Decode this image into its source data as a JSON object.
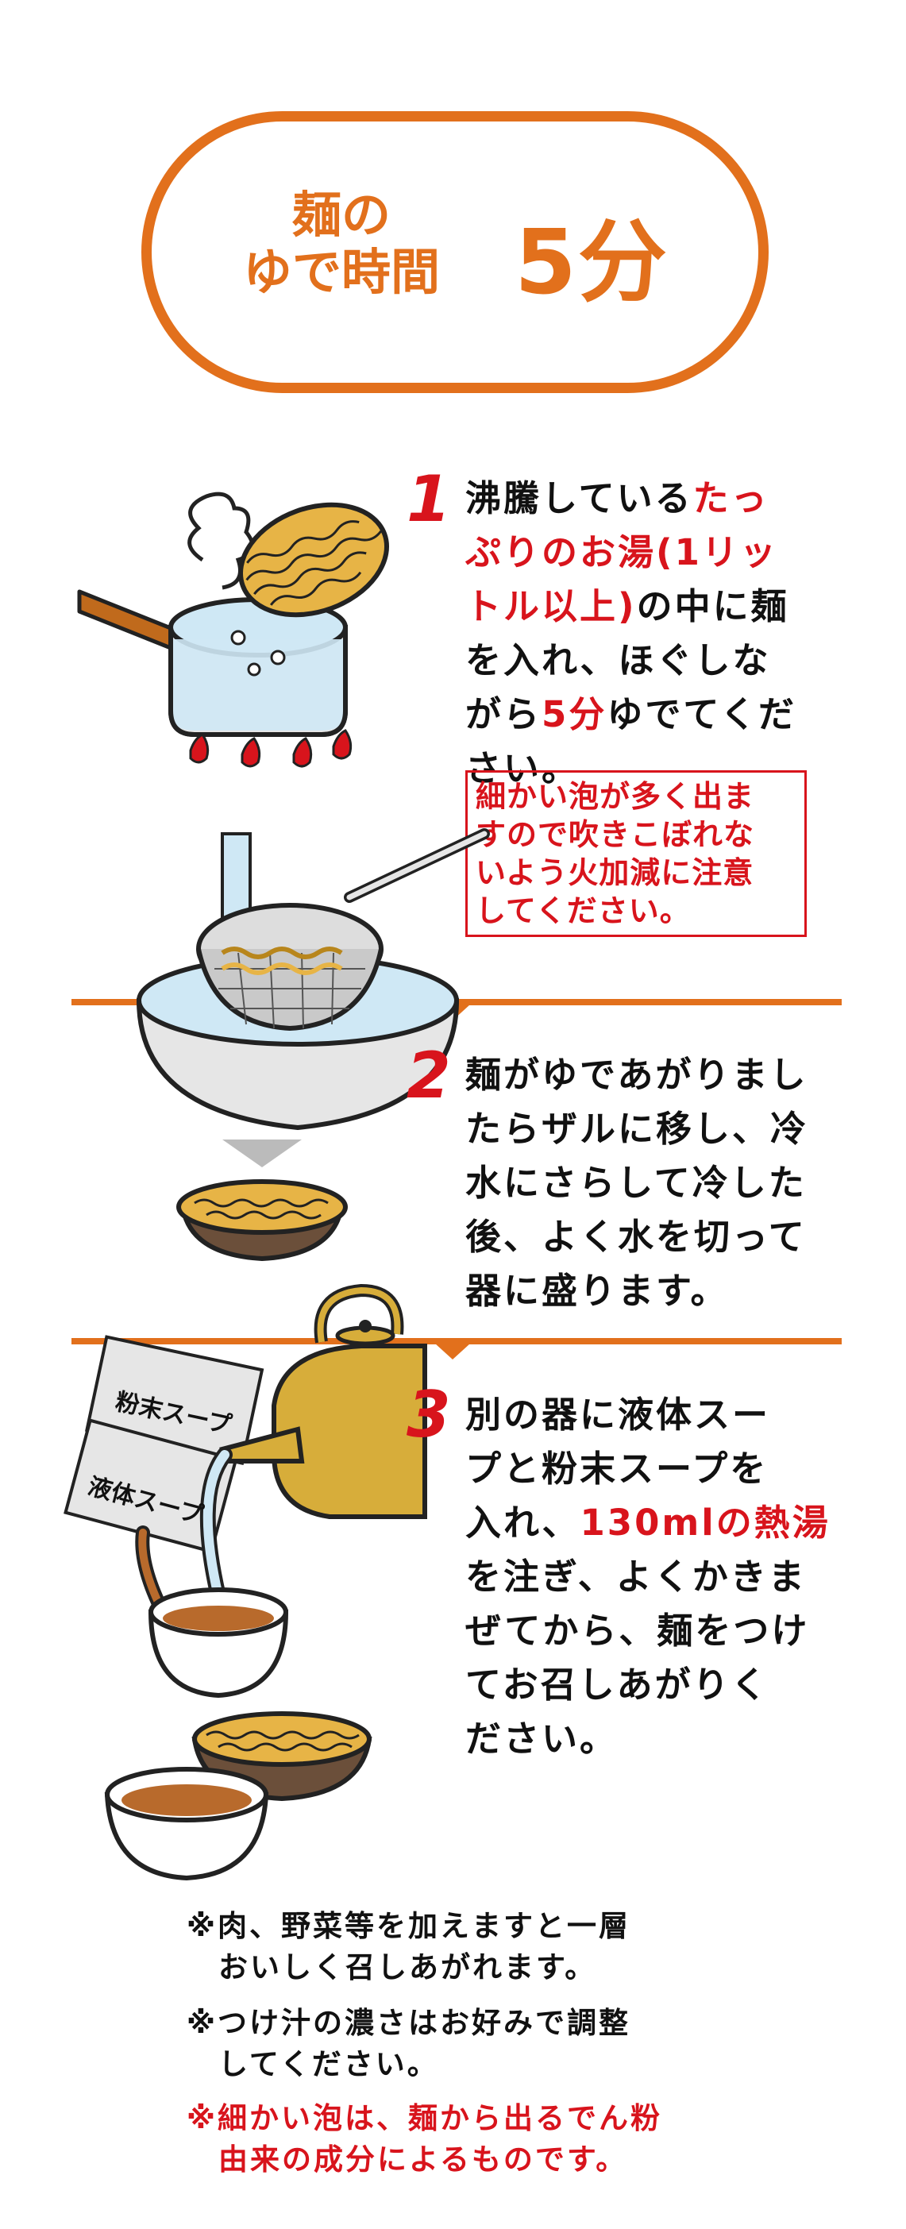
{
  "header": {
    "label_line1": "麺の",
    "label_line2": "ゆで時間",
    "time": "5分"
  },
  "steps": [
    {
      "number": "1",
      "lines": [
        [
          {
            "t": "沸騰している"
          },
          {
            "t": "たっ",
            "red": true
          }
        ],
        [
          {
            "t": "ぷりのお湯(1リッ",
            "red": true
          }
        ],
        [
          {
            "t": "トル以上)",
            "red": true
          },
          {
            "t": "の中に麺"
          }
        ],
        [
          {
            "t": "を入れ、ほぐしな"
          }
        ],
        [
          {
            "t": "がら"
          },
          {
            "t": "5分",
            "red": true
          },
          {
            "t": "ゆでてくだ"
          }
        ],
        [
          {
            "t": "さい。"
          }
        ]
      ],
      "warning": [
        "細かい泡が多く出ま",
        "すので吹きこぼれな",
        "いよう火加減に注意",
        "してください。"
      ]
    },
    {
      "number": "2",
      "lines": [
        [
          {
            "t": "麺がゆであがりまし"
          }
        ],
        [
          {
            "t": "たらザルに移し、冷"
          }
        ],
        [
          {
            "t": "水にさらして冷した"
          }
        ],
        [
          {
            "t": "後、よく水を切って"
          }
        ],
        [
          {
            "t": "器に盛ります。"
          }
        ]
      ]
    },
    {
      "number": "3",
      "lines": [
        [
          {
            "t": "別の器に液体スー"
          }
        ],
        [
          {
            "t": "プと粉末スープを"
          }
        ],
        [
          {
            "t": "入れ、"
          },
          {
            "t": "130mlの熱湯",
            "red": true
          }
        ],
        [
          {
            "t": "を注ぎ、よくかきま"
          }
        ],
        [
          {
            "t": "ぜてから、麺をつけ"
          }
        ],
        [
          {
            "t": "てお召しあがりく"
          }
        ],
        [
          {
            "t": "ださい。"
          }
        ]
      ]
    }
  ],
  "packets": {
    "powder": "粉末スープ",
    "liquid": "液体スープ"
  },
  "notes": [
    {
      "lines": [
        "※肉、野菜等を加えますと一層",
        "　おいしく召しあがれます。"
      ],
      "red": false
    },
    {
      "lines": [
        "※つけ汁の濃さはお好みで調整",
        "　してください。"
      ],
      "red": false
    },
    {
      "lines": [
        "※細かい泡は、麺から出るでん粉",
        "　由来の成分によるものです。"
      ],
      "red": true
    }
  ],
  "colors": {
    "accent_orange": "#e2701c",
    "accent_red": "#d8141c",
    "noodle": "#e7b446",
    "water": "#cfe8f5",
    "kettle": "#d7ad3a"
  }
}
